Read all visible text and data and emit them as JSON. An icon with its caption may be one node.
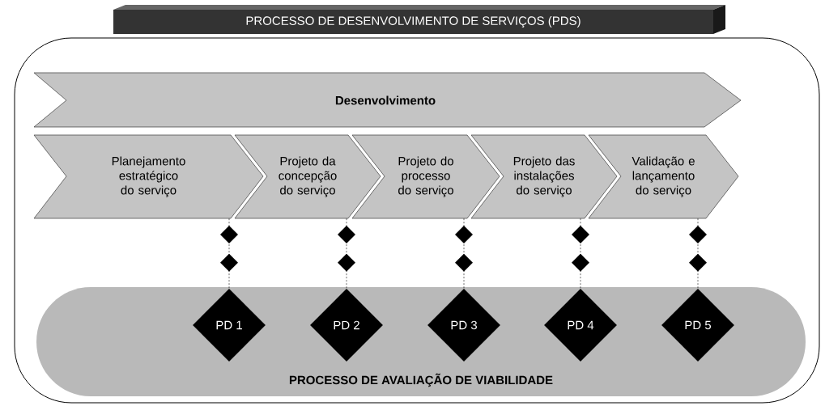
{
  "diagram": {
    "nodes": [
      {
        "text": [
          "PROCESSO DE DESENVOLVIMENTO DE SERVIÇOS (PDS)"
        ]
      },
      {
        "text": [
          "Desenvolvimento"
        ],
        "in": 0
      },
      {
        "text": [
          "Planejamento estratégico do serviço"
        ],
        "in": 0
      },
      {
        "text": [
          "Projeto da concepção do serviço"
        ],
        "in": 0
      },
      {
        "text": [
          "Projeto do processo do serviço"
        ],
        "in": 0
      },
      {
        "text": [
          "Projeto das instalações do serviço"
        ],
        "in": 0
      },
      {
        "text": [
          "Validação e lançamento do serviço"
        ],
        "in": 0
      },
      {
        "text": [
          "PROCESSO DE AVALIAÇÃO DE VIABILIDADE"
        ],
        "in": 0
      },
      {
        "text": [
          "PD 1"
        ],
        "in": 7
      },
      {
        "text": [
          "PD 2"
        ],
        "in": 7
      },
      {
        "text": [
          "PD 3"
        ],
        "in": 7
      },
      {
        "text": [
          "PD 4"
        ],
        "in": 7
      },
      {
        "text": [
          "PD 5"
        ],
        "in": 7
      }
    ],
    "edges": [
      {
        "from": 2,
        "to": 8,
        "arrow": "none",
        "style": "dashed"
      },
      {
        "from": 3,
        "to": 9,
        "arrow": "none",
        "style": "dashed"
      },
      {
        "from": 4,
        "to": 10,
        "arrow": "none",
        "style": "dashed"
      },
      {
        "from": 5,
        "to": 11,
        "arrow": "none",
        "style": "dashed"
      },
      {
        "from": 6,
        "to": 12,
        "arrow": "none",
        "style": "dashed"
      }
    ]
  }
}
